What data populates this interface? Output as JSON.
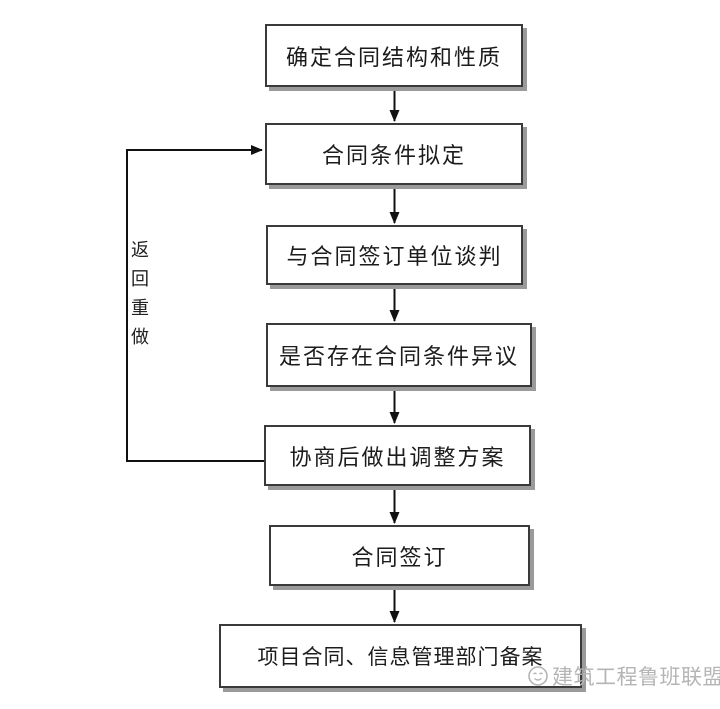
{
  "flowchart": {
    "nodes": [
      {
        "label": "确定合同结构和性质"
      },
      {
        "label": "合同条件拟定"
      },
      {
        "label": "与合同签订单位谈判"
      },
      {
        "label": "是否存在合同条件异议"
      },
      {
        "label": "协商后做出调整方案"
      },
      {
        "label": "合同签订"
      },
      {
        "label": "项目合同、信息管理部门备案"
      }
    ],
    "loop_label": "返回重做",
    "loop_label_chars": [
      "返",
      "回",
      "重",
      "做"
    ]
  },
  "watermark": {
    "logo": "luban-alliance-face-logo",
    "text": "建筑工程鲁班联盟",
    "color": "#b5b5b5"
  },
  "colors": {
    "background": "#ffffff",
    "box_border": "#3a3a3a",
    "box_shadow": "#9a9a9a",
    "text": "#1c1c1c",
    "arrow": "#111111"
  }
}
